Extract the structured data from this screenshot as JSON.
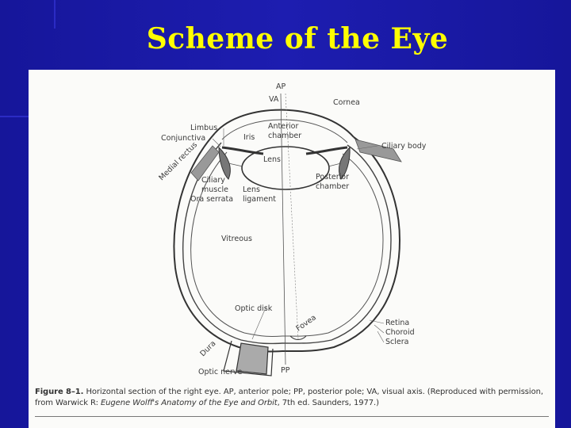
{
  "slide": {
    "title": "Scheme of  the Eye"
  },
  "figure": {
    "labels": {
      "ap": "AP",
      "va": "VA",
      "cornea": "Cornea",
      "limbus": "Limbus",
      "conjunctiva": "Conjunctiva",
      "anterior": "Anterior",
      "chamber": "chamber",
      "iris": "Iris",
      "ciliary_body": "Ciliary body",
      "medial_rectus": "Medial rectus",
      "lens": "Lens",
      "ciliary": "Ciliary",
      "muscle": "muscle",
      "ora_serrata": "Ora serrata",
      "lens_word": "Lens",
      "ligament": "ligament",
      "posterior": "Posterior",
      "chamber2": "chamber",
      "vitreous": "Vitreous",
      "optic_disk": "Optic disk",
      "fovea": "Fovea",
      "retina": "Retina",
      "choroid": "Choroid",
      "sclera": "Sclera",
      "dura": "Dura",
      "optic_nerve": "Optic nerve",
      "pp": "PP"
    },
    "caption": {
      "number": "Figure 8–1.",
      "text1": " Horizontal section of the right eye. AP, anterior pole; PP, posterior pole; VA, visual axis. (Reproduced with permission, from Warwick R: ",
      "book": "Eugene Wolff's Anatomy of the Eye and Orbit",
      "text2": ", 7th ed. Saunders, 1977.)"
    }
  }
}
